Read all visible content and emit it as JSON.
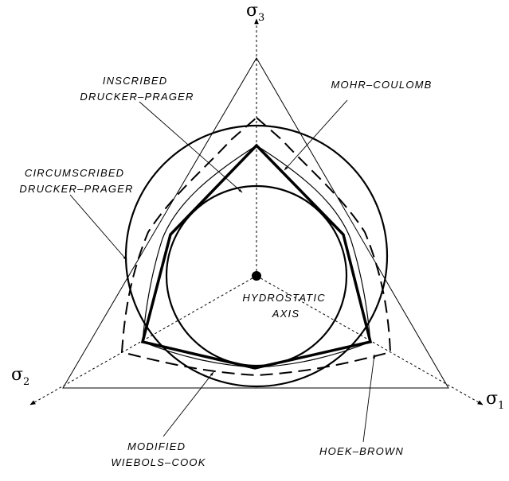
{
  "axes": {
    "sigma_symbol": "σ",
    "sigma1_sub": "1",
    "sigma2_sub": "2",
    "sigma3_sub": "3"
  },
  "labels": {
    "inscribed_dp": [
      "INSCRIBED",
      "DRUCKER–PRAGER"
    ],
    "mohr_coulomb": [
      "MOHR–COULOMB"
    ],
    "circumscribed_dp": [
      "CIRCUMSCRIBED",
      "DRUCKER–PRAGER"
    ],
    "hydrostatic_axis": [
      "HYDROSTATIC",
      "AXIS"
    ],
    "modified_wiebols_cook": [
      "MODIFIED",
      "WIEBOLS–COOK"
    ],
    "hoek_brown": [
      "HOEK–BROWN"
    ]
  }
}
